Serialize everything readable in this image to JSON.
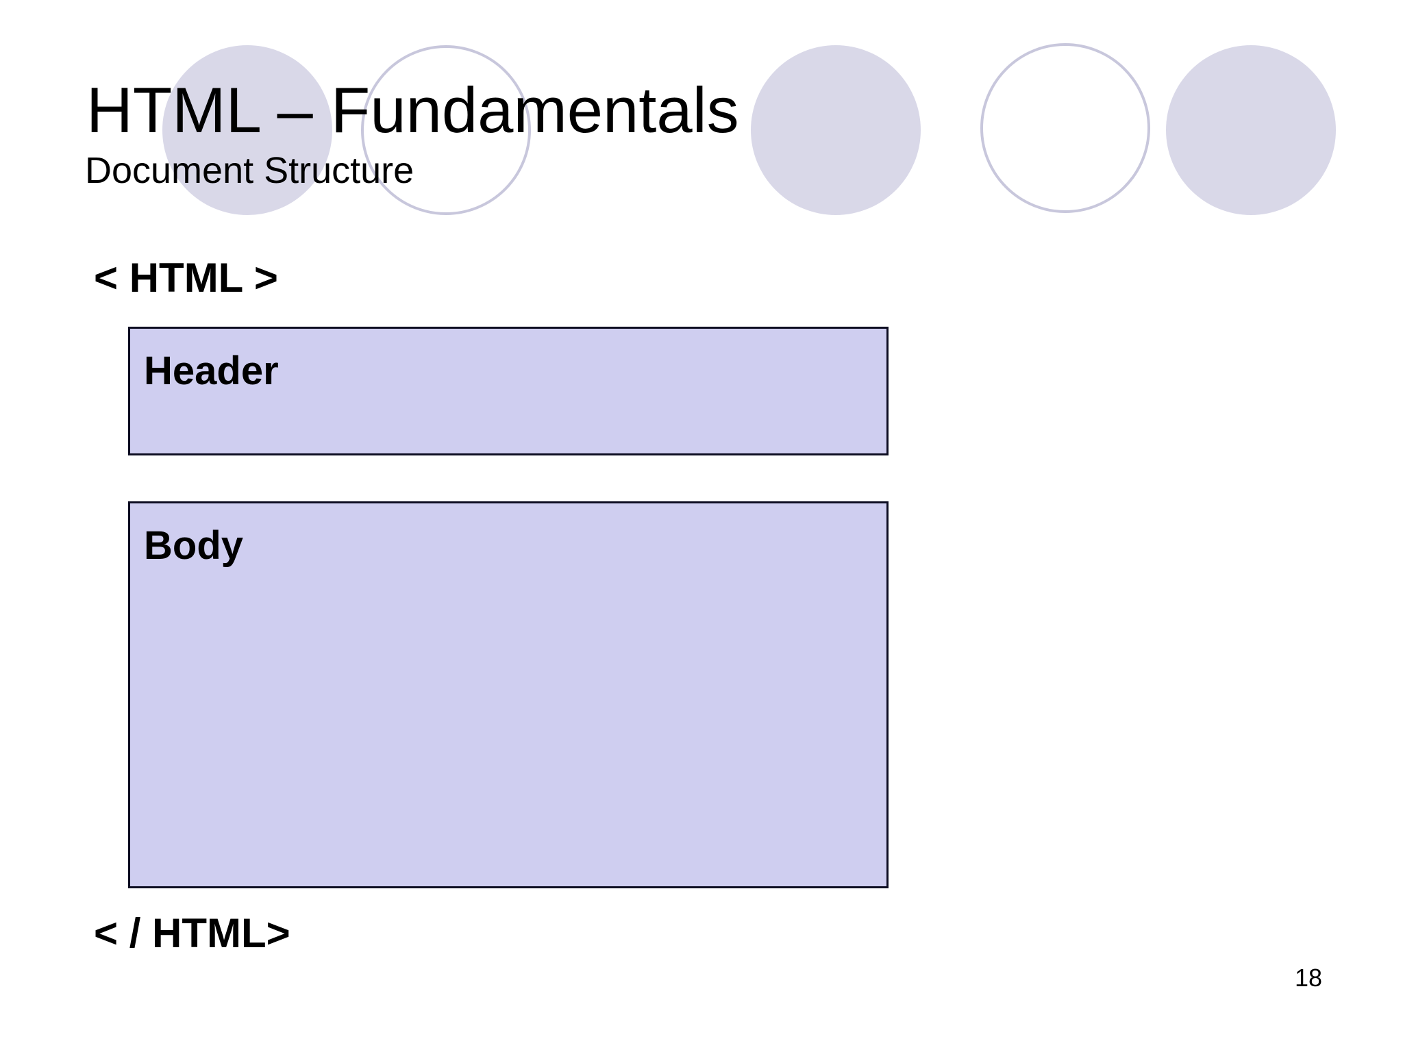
{
  "slide": {
    "title": "HTML – Fundamentals",
    "subtitle": "Document Structure",
    "open_tag": "< HTML >",
    "close_tag": "< / HTML>",
    "boxes": [
      {
        "label": "Header"
      },
      {
        "label": "Body"
      }
    ],
    "page_number": "18"
  },
  "colors": {
    "background": "#ffffff",
    "text": "#000000",
    "box_fill": "#cfcef0",
    "box_border": "#0d0d22",
    "circle_fill": "#d9d8e8",
    "circle_outline": "#c8c7dc"
  },
  "decor": {
    "circles": [
      {
        "style": "filled"
      },
      {
        "style": "outline"
      },
      {
        "style": "filled"
      },
      {
        "style": "outline"
      },
      {
        "style": "filled"
      }
    ]
  }
}
